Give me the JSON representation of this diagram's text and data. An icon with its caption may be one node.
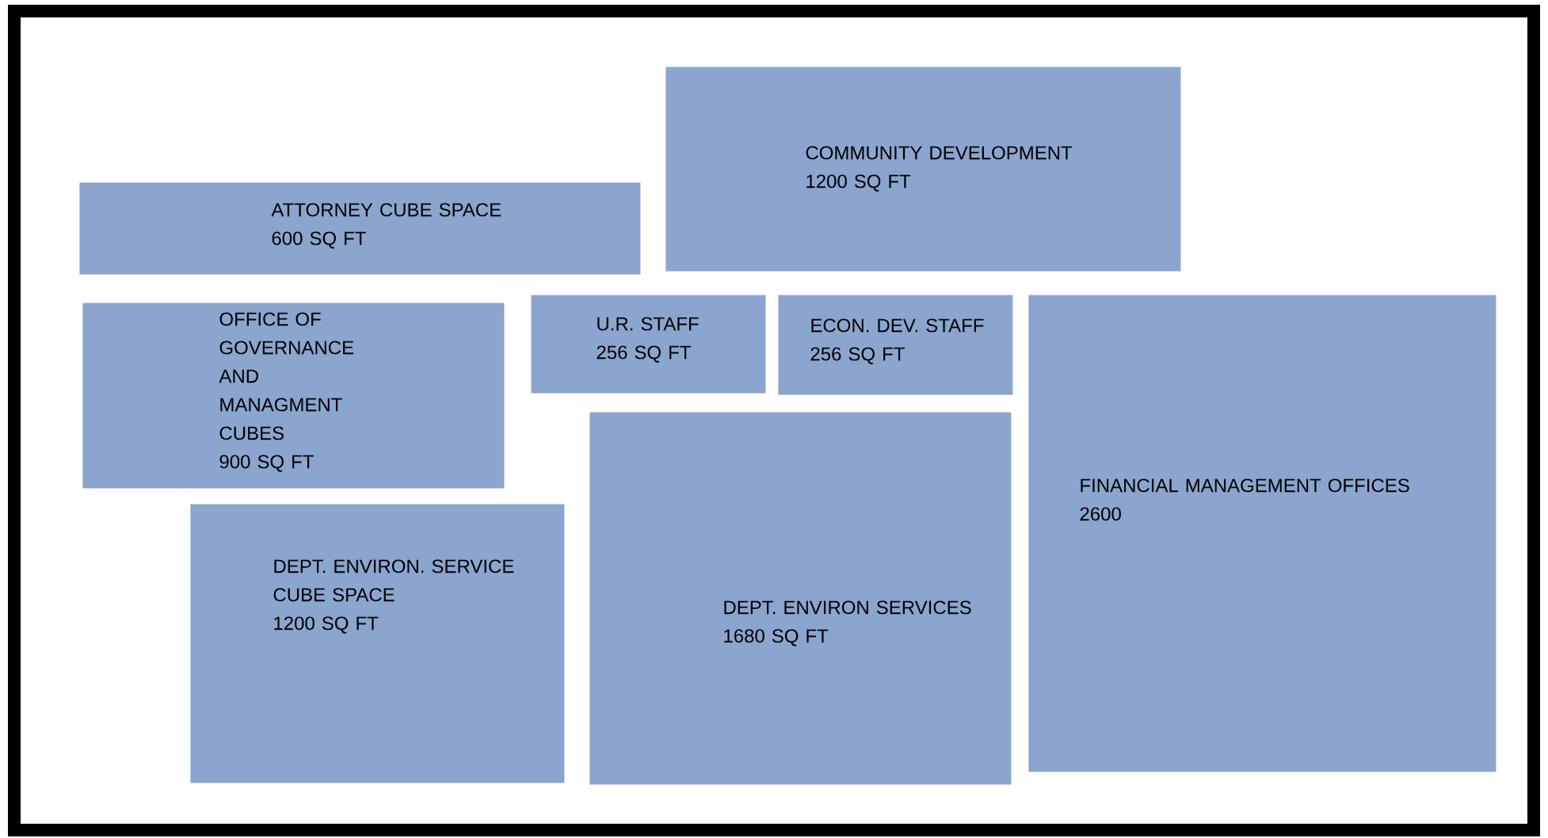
{
  "diagram": {
    "nodes": [
      {
        "text": [
          "COMMUNITY DEVELOPMENT",
          "1200 SQ FT"
        ]
      },
      {
        "text": [
          "ATTORNEY CUBE SPACE",
          "600 SQ FT"
        ]
      },
      {
        "text": [
          "U.R. STAFF",
          "256 SQ FT"
        ]
      },
      {
        "text": [
          "ECON. DEV. STAFF",
          "256 SQ FT"
        ]
      },
      {
        "text": [
          "FINANCIAL MANAGEMENT OFFICES",
          "2600"
        ]
      },
      {
        "text": [
          "OFFICE OF GOVERNANCE AND MANAGMENT CUBES",
          "900 SQ FT"
        ]
      },
      {
        "text": [
          "DEPT. ENVIRON SERVICES",
          "1680 SQ FT"
        ]
      },
      {
        "text": [
          "DEPT. ENVIRON. SERVICE CUBE SPACE",
          "1200 SQ FT"
        ]
      }
    ]
  }
}
